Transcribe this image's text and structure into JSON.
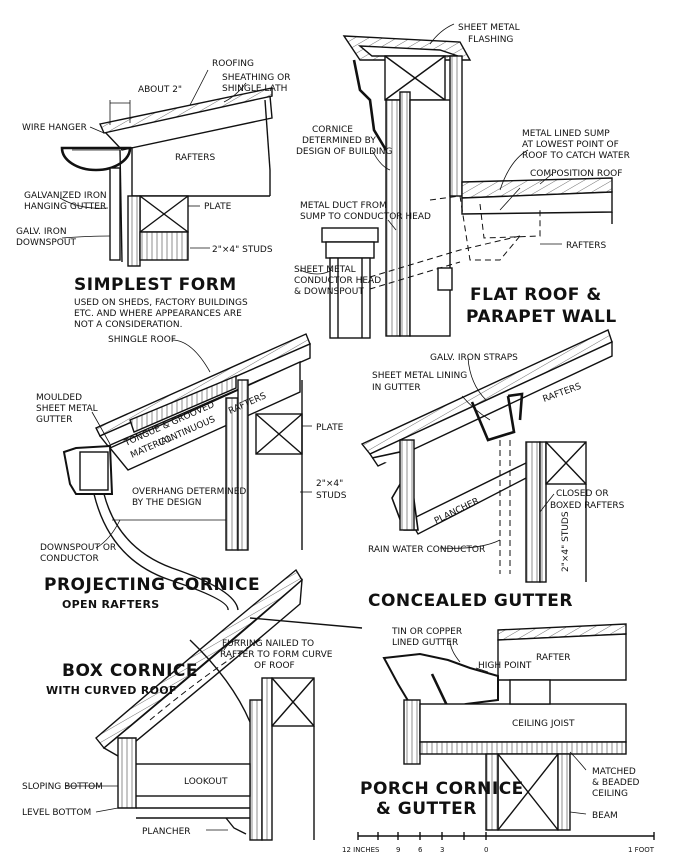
{
  "sections": {
    "simplest": {
      "title": "SIMPLEST FORM",
      "note": [
        "USED ON SHEDS, FACTORY BUILDINGS",
        "ETC. AND WHERE APPEARANCES ARE",
        "NOT A CONSIDERATION."
      ],
      "labels": {
        "roofing": "ROOFING",
        "about": "ABOUT 2\"",
        "sheathing": [
          "SHEATHING OR",
          "SHINGLE LATH"
        ],
        "wire_hanger": "WIRE HANGER",
        "rafters": "RAFTERS",
        "gutter": [
          "GALVANIZED IRON",
          "HANGING GUTTER"
        ],
        "plate": "PLATE",
        "downspout": [
          "GALV. IRON",
          "DOWNSPOUT"
        ],
        "studs": "2\"×4\" STUDS"
      }
    },
    "flat_roof": {
      "title": [
        "FLAT ROOF &",
        "PARAPET WALL"
      ],
      "labels": {
        "flashing": [
          "SHEET METAL",
          "FLASHING"
        ],
        "cornice": [
          "CORNICE",
          "DETERMINED BY",
          "DESIGN OF BUILDING"
        ],
        "sump": [
          "METAL LINED SUMP",
          "AT LOWEST POINT OF",
          "ROOF TO CATCH WATER"
        ],
        "composition": "COMPOSITION ROOF",
        "duct": [
          "METAL DUCT FROM",
          "SUMP TO CONDUCTOR HEAD"
        ],
        "rafters": "RAFTERS",
        "conductor": [
          "SHEET METAL",
          "CONDUCTOR HEAD",
          "& DOWNSPOUT"
        ]
      }
    },
    "projecting": {
      "title": "PROJECTING CORNICE",
      "subtitle": "OPEN RAFTERS",
      "labels": {
        "shingle_roof": "SHINGLE ROOF",
        "gutter": [
          "MOULDED",
          "SHEET METAL",
          "GUTTER"
        ],
        "tongue": [
          "TONGUE & GROOVED",
          "MATERIAL"
        ],
        "continuous": "CONTINUOUS",
        "rafters": "RAFTERS",
        "plate": "PLATE",
        "overhang": [
          "OVERHANG DETERMINED",
          "BY THE DESIGN"
        ],
        "studs": [
          "2\"×4\"",
          "STUDS"
        ],
        "downspout": [
          "DOWNSPOUT OR",
          "CONDUCTOR"
        ]
      }
    },
    "concealed": {
      "title": "CONCEALED GUTTER",
      "labels": {
        "straps": "GALV. IRON STRAPS",
        "lining": [
          "SHEET METAL LINING",
          "IN GUTTER"
        ],
        "rafters": "RAFTERS",
        "plancher": "PLANCHER",
        "closed": [
          "CLOSED OR",
          "BOXED RAFTERS"
        ],
        "studs": "2\"×4\" STUDS",
        "conductor": "RAIN WATER CONDUCTOR"
      }
    },
    "box": {
      "title": "BOX CORNICE",
      "subtitle": "WITH CURVED ROOF",
      "labels": {
        "furring": [
          "FURRING NAILED TO",
          "RAFTER TO FORM CURVE",
          "OF ROOF"
        ],
        "lookout": "LOOKOUT",
        "sloping": "SLOPING BOTTOM",
        "level": "LEVEL BOTTOM",
        "plancher": "PLANCHER"
      }
    },
    "porch": {
      "title": [
        "PORCH CORNICE",
        "& GUTTER"
      ],
      "labels": {
        "tin": [
          "TIN OR COPPER",
          "LINED GUTTER"
        ],
        "high_point": "HIGH POINT",
        "rafter": "RAFTER",
        "joist": "CEILING JOIST",
        "matched": [
          "MATCHED",
          "& BEADED",
          "CEILING"
        ],
        "beam": "BEAM"
      }
    }
  },
  "scale": {
    "left_label": "12 INCHES",
    "ticks": [
      "9",
      "6",
      "3",
      "0"
    ],
    "right_label": "1 FOOT"
  }
}
